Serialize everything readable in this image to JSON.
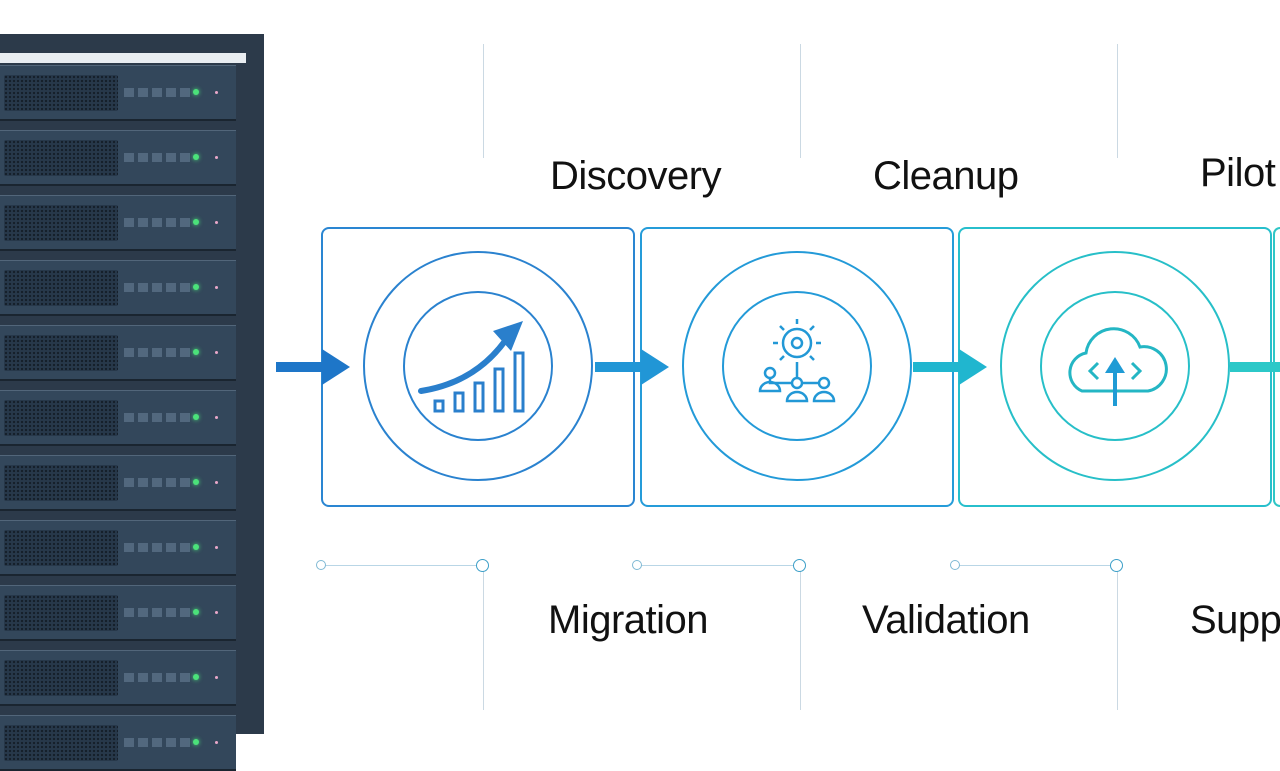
{
  "stages_top": [
    "Discovery",
    "Cleanup",
    "Pilot"
  ],
  "stages_bottom": [
    "Migration",
    "Validation",
    "Supp"
  ],
  "colors": {
    "rack": "#2c3a4a",
    "stage1": "#2079c9",
    "stage2": "#1e9ad8",
    "stage3": "#22bdc6",
    "led": "#4be27a"
  },
  "icons": [
    "growth-chart-icon",
    "network-gear-icon",
    "cloud-upload-icon"
  ]
}
